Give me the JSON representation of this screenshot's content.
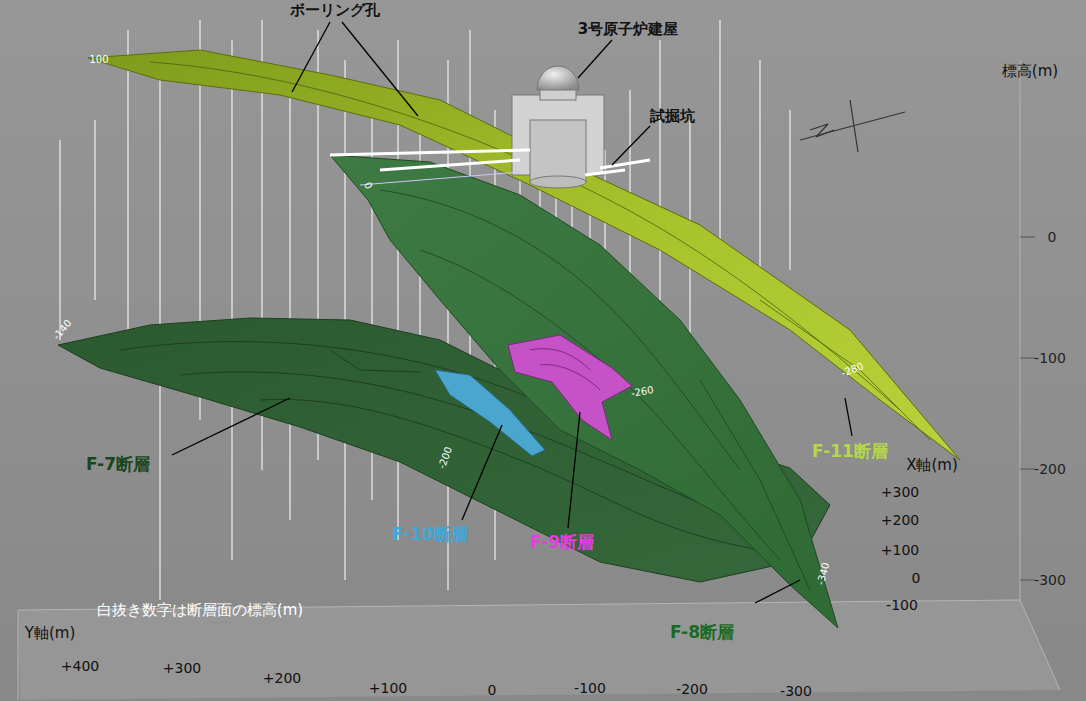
{
  "diagram": {
    "labels": [
      "ボーリング孔",
      "3号原子炉建屋",
      "試掘坑",
      "標高(m)",
      "0",
      "-100",
      "-200",
      "-300",
      "X軸(m)",
      "+300",
      "+200",
      "+100",
      "0",
      "-100",
      "Y軸(m)",
      "+400",
      "+300",
      "+200",
      "+100",
      "0",
      "-100",
      "-200",
      "-300",
      "白抜き数字は断層面の標高(m)",
      "F-7断層",
      "F-8断層",
      "F-9断層",
      "F-10断層",
      "F-11断層",
      "100",
      "0",
      "-140",
      "-200",
      "-260",
      "-280",
      "-340"
    ]
  }
}
